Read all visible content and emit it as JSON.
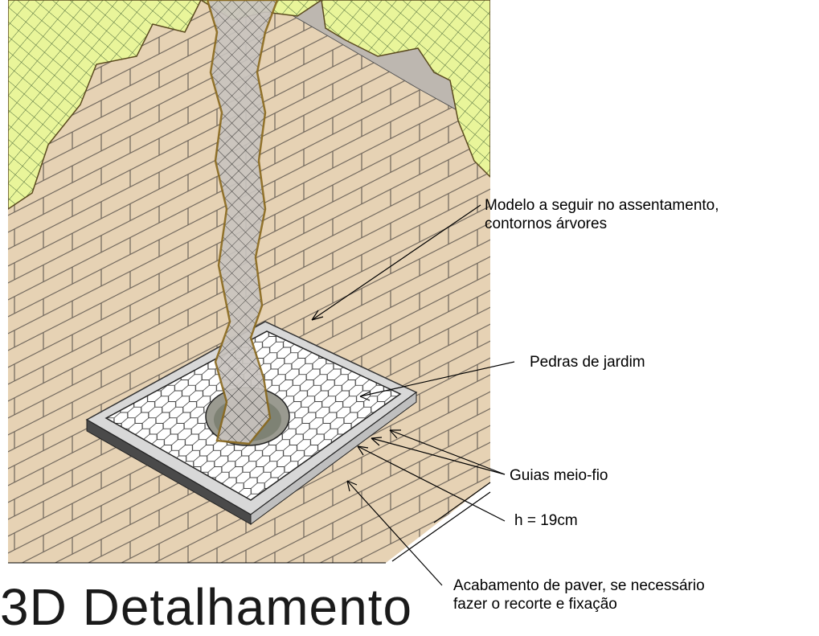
{
  "annotations": {
    "modelo": "Modelo a seguir no assentamento,",
    "modelo2": "contornos árvores",
    "pedras": "Pedras de jardim",
    "guias": "Guias meio-fio",
    "altura": "h = 19cm",
    "acabamento": "Acabamento de paver, se necessário",
    "acabamento2": "fazer o recorte e fixação"
  },
  "title": "3D Detalhamento",
  "colors": {
    "paver": "#e6d2b4",
    "paver_line": "#6b6258",
    "curb": "#dcdcdc",
    "grate": "#ffffff",
    "foliage": "#e9f59a",
    "trunk": "#b9b3ad"
  }
}
